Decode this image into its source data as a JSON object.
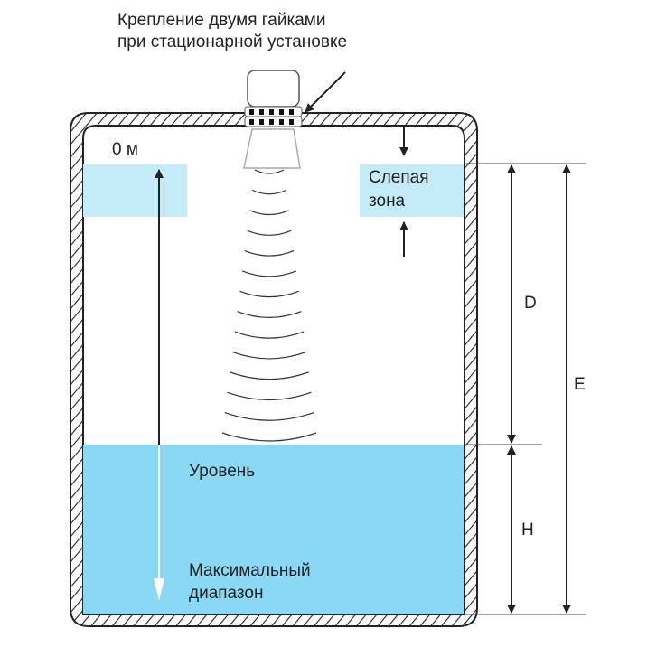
{
  "caption": {
    "line1": "Крепление двумя гайками",
    "line2": "при стационарной установке"
  },
  "zero_label": "0 м",
  "blind_zone": {
    "line1": "Слепая",
    "line2": "зона"
  },
  "level_label": "Уровень",
  "max_range": {
    "line1": "Максимальный",
    "line2": "диапазон"
  },
  "dims": {
    "d": "D",
    "e": "E",
    "h": "H"
  },
  "colors": {
    "water": "#8ad8f3",
    "blind_zone": "#c4ebf8",
    "outline": "#222222"
  }
}
